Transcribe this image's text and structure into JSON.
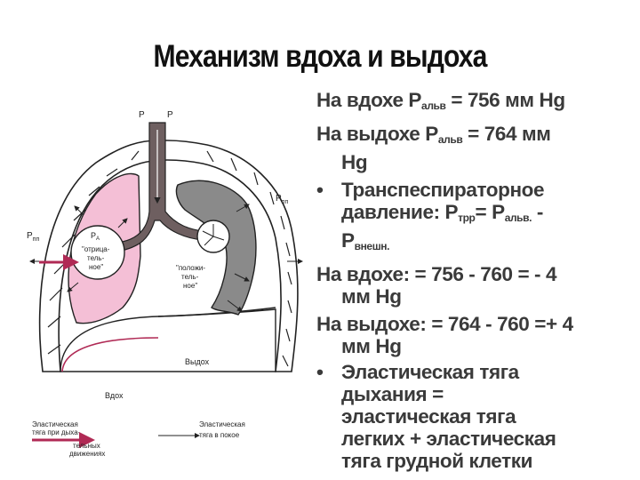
{
  "title": "Механизм вдоха и выдоха",
  "text": {
    "l1_a": "На вдохе Р",
    "l1_sub": "альв",
    "l1_b": " = 756 мм Hg",
    "l2_a": "На выдохе Р",
    "l2_sub": "альв",
    "l2_b": " = 764 мм",
    "l2_c": "Hg",
    "bullet": "•",
    "b1_l1": "Транспеспираторное",
    "b1_l2_a": "давление:   Р",
    "b1_l2_sub": "трр",
    "b1_l2_b": "= Р",
    "b1_l2_sub2": "альв.",
    "b1_l2_c": " -",
    "b1_l3_a": "Р",
    "b1_l3_sub": "внешн.",
    "l3_a": "На вдохе:  = 756 - 760 = - 4",
    "l3_b": "мм Hg",
    "l4_a": "На выдохе: = 764 - 760 =+ 4",
    "l4_b": "мм Hg",
    "b2_l1": "Эластическая тяга",
    "b2_l2": "дыхания =",
    "b2_l3": "эластическая тяга",
    "b2_l4": "легких + эластическая",
    "b2_l5": "тяга грудной клетки"
  },
  "diagram": {
    "pp_left": "P",
    "pp_left_sub": "пп",
    "pp_right": "P",
    "pp_right_sub": "пп",
    "p_top_1": "P",
    "p_top_2": "P",
    "pa_left": "P",
    "pa_left_sub": "A",
    "neg_1": "\"отрица-",
    "neg_2": "тель-",
    "neg_3": "ное\"",
    "pos_1": "\"положи-",
    "pos_2": "тель-",
    "pos_3": "ное\"",
    "exhale": "Выдох",
    "inhale": "Вдох",
    "legend_left_1": "Эластическая",
    "legend_left_2": "тяга при дыха-",
    "legend_left_3": "тельных",
    "legend_left_4": "движениях",
    "legend_right_1": "Эластическая",
    "legend_right_2": "тяга в покое"
  },
  "colors": {
    "lung_inflated": "#f4bfd6",
    "lung_collapsed": "#8a8a8a",
    "airway": "#6e5f60",
    "elastic_arrow": "#b02a55",
    "text": "#3a3a3a"
  }
}
